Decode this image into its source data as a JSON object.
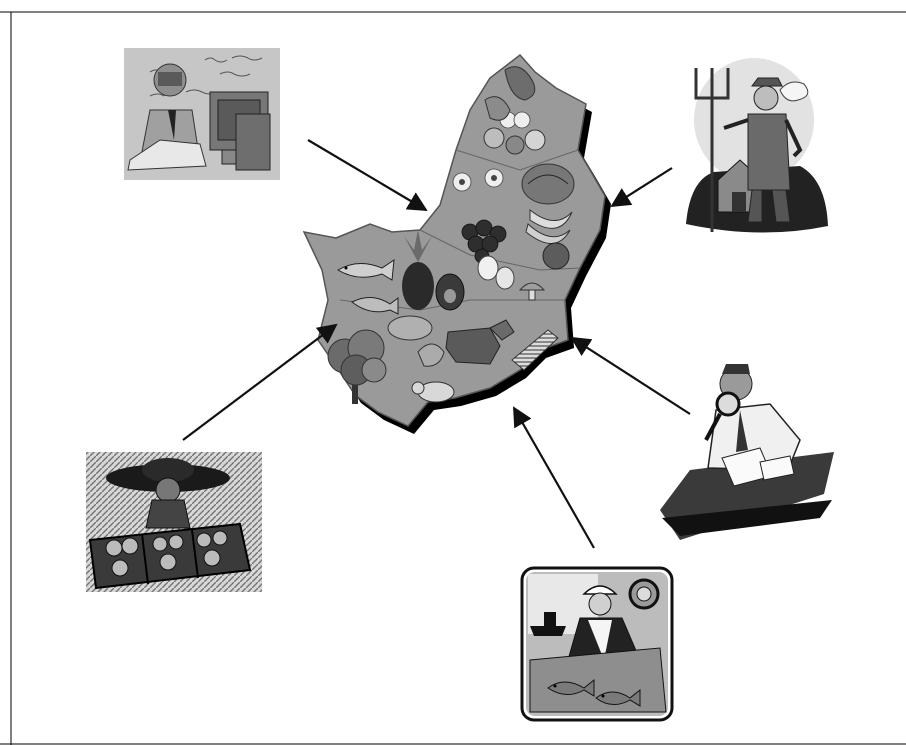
{
  "diagram": {
    "style": "grayscale clip-art",
    "hub": {
      "name": "regional-food-map",
      "icon": "food-map-icon"
    },
    "actors": [
      {
        "name": "office-worker",
        "icon": "office-computer-icon"
      },
      {
        "name": "farmer",
        "icon": "farmer-pitchfork-icon"
      },
      {
        "name": "market-vendor",
        "icon": "produce-stand-icon"
      },
      {
        "name": "inspector",
        "icon": "magnifier-inspector-icon"
      },
      {
        "name": "fish-processor",
        "icon": "fish-worker-icon"
      }
    ],
    "arrow_direction": "actor-to-hub",
    "colors": {
      "frame": "#000000",
      "map_fill": "#9a9a9a",
      "map_shadow": "#000000",
      "arrow": "#111111",
      "light_gray": "#c8c8c8",
      "mid_gray": "#8a8a8a",
      "dark_gray": "#3a3a3a"
    }
  }
}
